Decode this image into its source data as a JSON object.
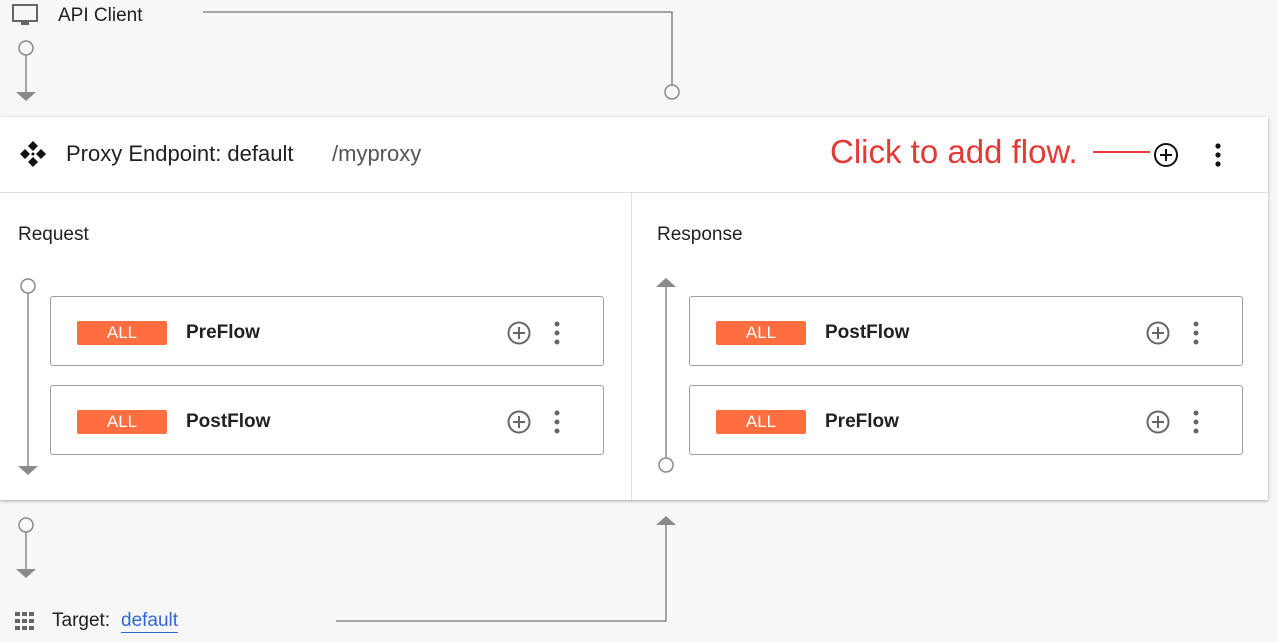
{
  "client": {
    "label": "API Client",
    "icon": "monitor-icon"
  },
  "proxy": {
    "title": "Proxy Endpoint: default",
    "path": "/myproxy",
    "annotation": "Click to add flow.",
    "annotation_color": "#e53935",
    "icon": "proxy-diamond-icon"
  },
  "request": {
    "label": "Request",
    "flows": [
      {
        "badge": "ALL",
        "name": "PreFlow"
      },
      {
        "badge": "ALL",
        "name": "PostFlow"
      }
    ]
  },
  "response": {
    "label": "Response",
    "flows": [
      {
        "badge": "ALL",
        "name": "PostFlow"
      },
      {
        "badge": "ALL",
        "name": "PreFlow"
      }
    ]
  },
  "target": {
    "label": "Target:",
    "link": "default",
    "icon": "grid-icon"
  },
  "colors": {
    "badge": "#ff6e40",
    "link": "#3367d6",
    "connector": "#8a8a8a"
  }
}
